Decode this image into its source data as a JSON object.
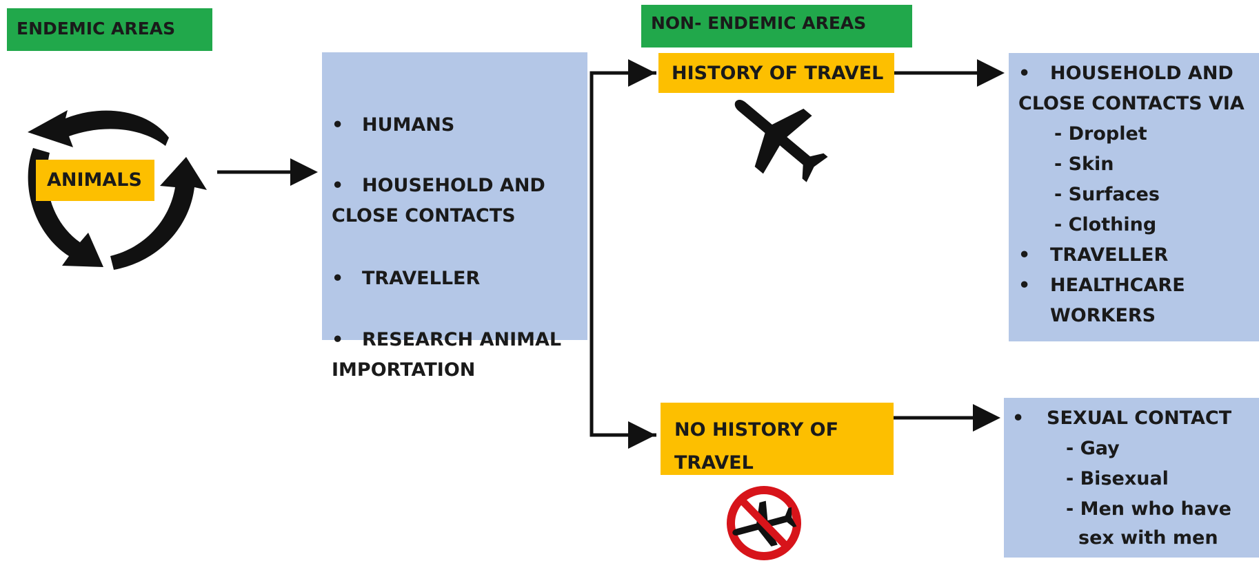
{
  "labels": {
    "endemic": "ENDEMIC  AREAS",
    "non_endemic": "NON- ENDEMIC  AREAS"
  },
  "animals": "ANIMALS",
  "endemic_hosts": {
    "items": [
      {
        "lines": [
          "HUMANS"
        ]
      },
      {
        "lines": [
          "HOUSEHOLD AND",
          "CLOSE CONTACTS"
        ]
      },
      {
        "lines": [
          "TRAVELLER"
        ]
      },
      {
        "lines": [
          "RESEARCH ANIMAL",
          "IMPORTATION"
        ]
      }
    ]
  },
  "travel": {
    "label": "HISTORY OF TRAVEL",
    "icon": "airplane-icon"
  },
  "no_travel": {
    "label_line1": "NO HISTORY OF",
    "label_line2": "TRAVEL",
    "icon": "no-airplane-icon"
  },
  "travel_outcomes": {
    "item1_line1": "HOUSEHOLD AND",
    "item1_line2": "CLOSE CONTACTS VIA",
    "sub": [
      "- Droplet",
      "- Skin",
      "- Surfaces",
      "- Clothing"
    ],
    "item2": "TRAVELLER",
    "item3_line1": "HEALTHCARE",
    "item3_line2": "WORKERS"
  },
  "no_travel_outcomes": {
    "item1": "SEXUAL CONTACT",
    "sub": [
      "- Gay",
      "- Bisexual",
      "- Men who have"
    ],
    "sub_cont": "sex with men"
  },
  "colors": {
    "green": "#21a84b",
    "orange": "#fdbf00",
    "blue": "#b4c7e7",
    "no_sign_red": "#d7141a"
  }
}
